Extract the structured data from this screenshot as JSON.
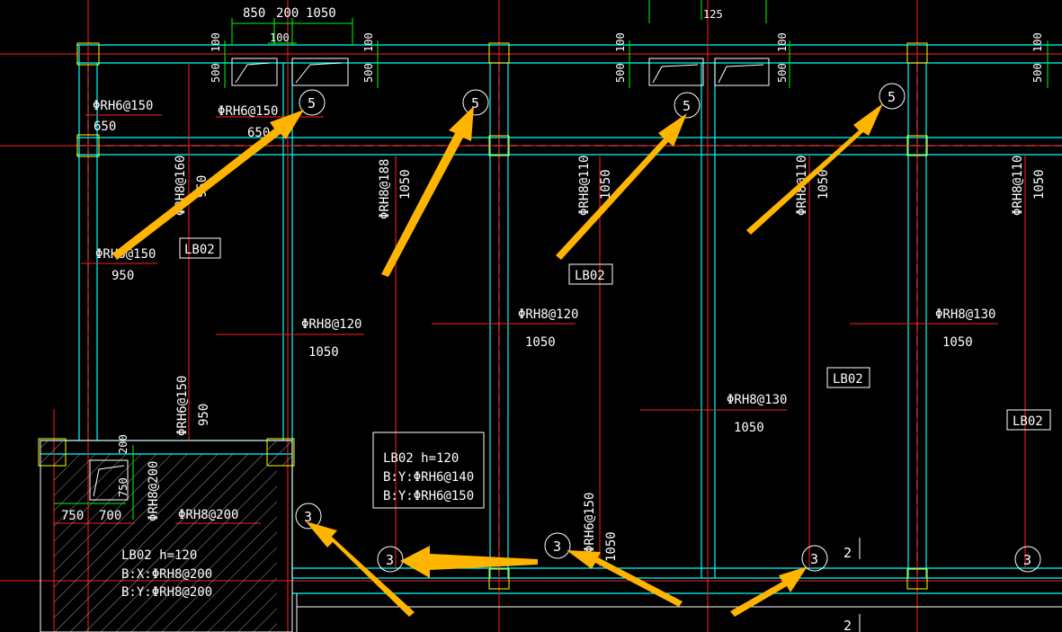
{
  "colors": {
    "background": "#000000",
    "beam": "#00ffff",
    "rebar": "#ff2020",
    "dimension": "#00ff00",
    "text": "#ffffff",
    "column": "#ffff00",
    "arrow": "#ffb400"
  },
  "top_dims": {
    "d850": "850",
    "d200": "200",
    "d1050": "1050",
    "d100": "100",
    "d125": "125"
  },
  "section_dims": {
    "h100": "100",
    "h500": "500"
  },
  "rebar_labels": {
    "r1": "ΦRH6@150",
    "r1_len": "650",
    "r2": "ΦRH6@150",
    "r2_len": "650",
    "r3": "ΦRH6@150",
    "r3_len": "950",
    "v1": "ΦRH8@160",
    "v1_len": "950",
    "v2": "ΦRH8@188",
    "v2_len": "1050",
    "v3": "ΦRH8@110",
    "v3_len": "1050",
    "v4": "ΦRH8@110",
    "v4_len": "1050",
    "v5": "ΦRH8@110",
    "v5_len": "1050",
    "b1": "ΦRH8@120",
    "b1_len": "1050",
    "b2": "ΦRH8@120",
    "b2_len": "1050",
    "b3": "ΦRH8@130",
    "b3_len": "1050",
    "b4": "ΦRH8@130",
    "b4_len": "1050",
    "l1": "ΦRH6@150",
    "l1_len": "950",
    "l2": "ΦRH8@200",
    "l3": "ΦRH8@200",
    "l4": "ΦRH6@150",
    "l4_len": "1050"
  },
  "small_dims": {
    "d200": "200",
    "d750a": "750",
    "d750b": "750",
    "d700": "700"
  },
  "slab_tags": {
    "a": "LB02",
    "b": "LB02",
    "c": "LB02",
    "d": "LB02"
  },
  "info_box": {
    "line1": "LB02 h=120",
    "line2": "B:Y:ΦRH6@140",
    "line3": "B:Y:ΦRH6@150"
  },
  "hatched_note": {
    "line1": "LB02 h=120",
    "line2": "B:X:ΦRH8@200",
    "line3": "B:Y:ΦRH8@200"
  },
  "callouts": {
    "c5a": "5",
    "c5b": "5",
    "c5c": "5",
    "c5d": "5",
    "c3a": "3",
    "c3b": "3",
    "c3c": "3",
    "c3d": "3",
    "c3e": "3"
  },
  "section_marks": {
    "s1": "2",
    "s2": "2"
  }
}
